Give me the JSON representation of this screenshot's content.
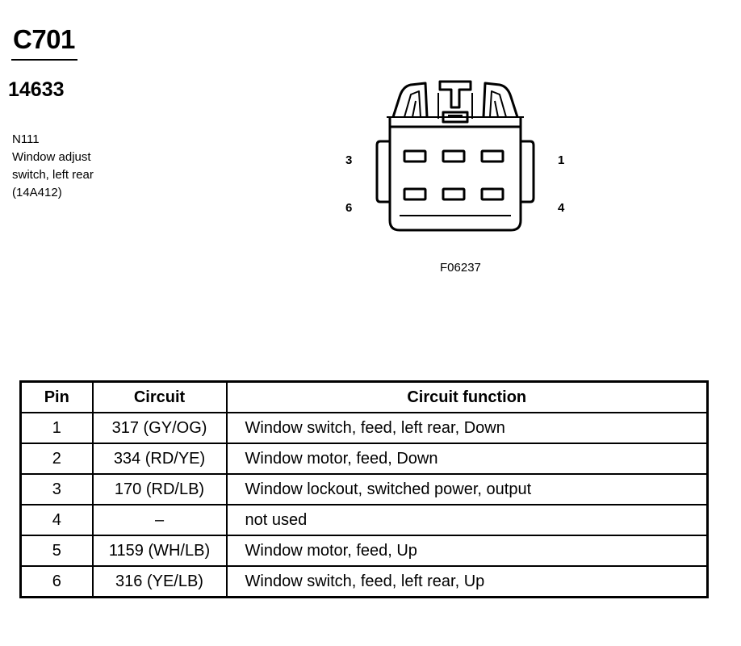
{
  "connector": {
    "id": "C701",
    "part_number": "14633",
    "description_lines": [
      "N111",
      "Window adjust",
      "switch, left rear",
      "(14A412)"
    ],
    "figure_id": "F06237",
    "pin_labels": {
      "top_left": "3",
      "top_right": "1",
      "bottom_left": "6",
      "bottom_right": "4"
    }
  },
  "table": {
    "headers": [
      "Pin",
      "Circuit",
      "Circuit function"
    ],
    "rows": [
      {
        "pin": "1",
        "circuit": "317 (GY/OG)",
        "function": "Window switch, feed, left rear, Down"
      },
      {
        "pin": "2",
        "circuit": "334 (RD/YE)",
        "function": "Window motor, feed, Down"
      },
      {
        "pin": "3",
        "circuit": "170 (RD/LB)",
        "function": "Window lockout, switched power, output"
      },
      {
        "pin": "4",
        "circuit": "–",
        "function": "not used"
      },
      {
        "pin": "5",
        "circuit": "1159 (WH/LB)",
        "function": "Window motor, feed, Up"
      },
      {
        "pin": "6",
        "circuit": "316 (YE/LB)",
        "function": "Window switch, feed, left rear, Up"
      }
    ]
  }
}
